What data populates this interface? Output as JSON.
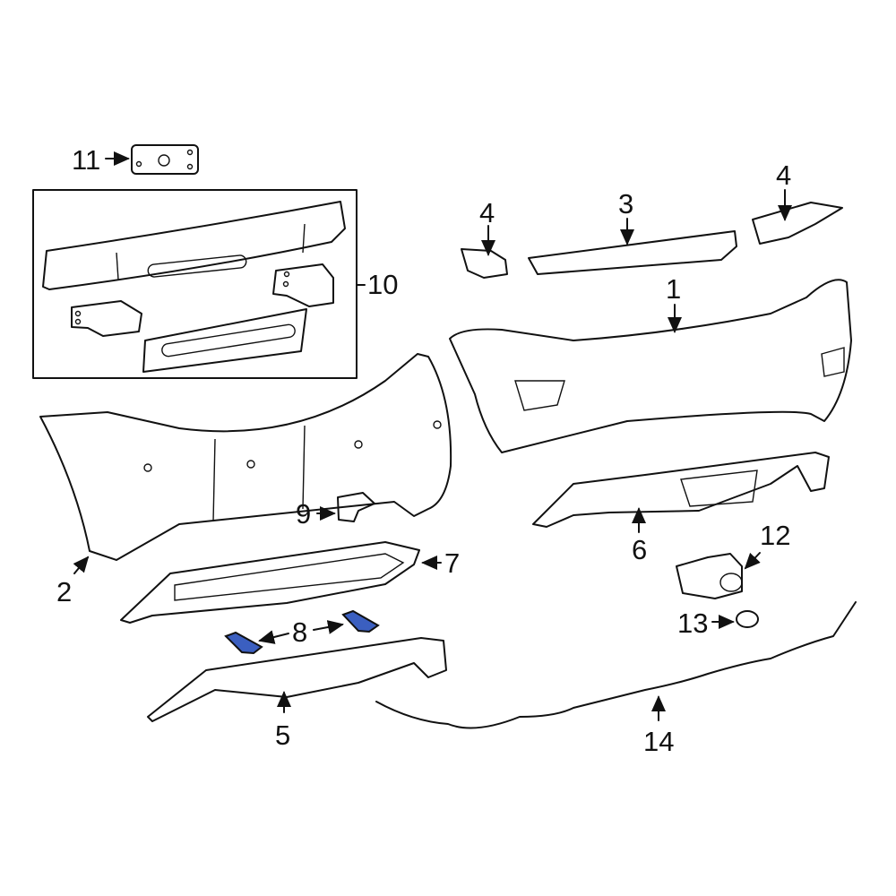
{
  "diagram": {
    "type": "exploded parts diagram",
    "highlight_color": "#3b5fc0",
    "highlighted_callout": "8",
    "callouts": [
      {
        "id": "c1",
        "label": "1"
      },
      {
        "id": "c2",
        "label": "2"
      },
      {
        "id": "c3",
        "label": "3"
      },
      {
        "id": "c4a",
        "label": "4"
      },
      {
        "id": "c4b",
        "label": "4"
      },
      {
        "id": "c5",
        "label": "5"
      },
      {
        "id": "c6",
        "label": "6"
      },
      {
        "id": "c7",
        "label": "7"
      },
      {
        "id": "c8",
        "label": "8"
      },
      {
        "id": "c9",
        "label": "9"
      },
      {
        "id": "c10",
        "label": "10"
      },
      {
        "id": "c11",
        "label": "11"
      },
      {
        "id": "c12",
        "label": "12"
      },
      {
        "id": "c13",
        "label": "13"
      },
      {
        "id": "c14",
        "label": "14"
      }
    ]
  }
}
